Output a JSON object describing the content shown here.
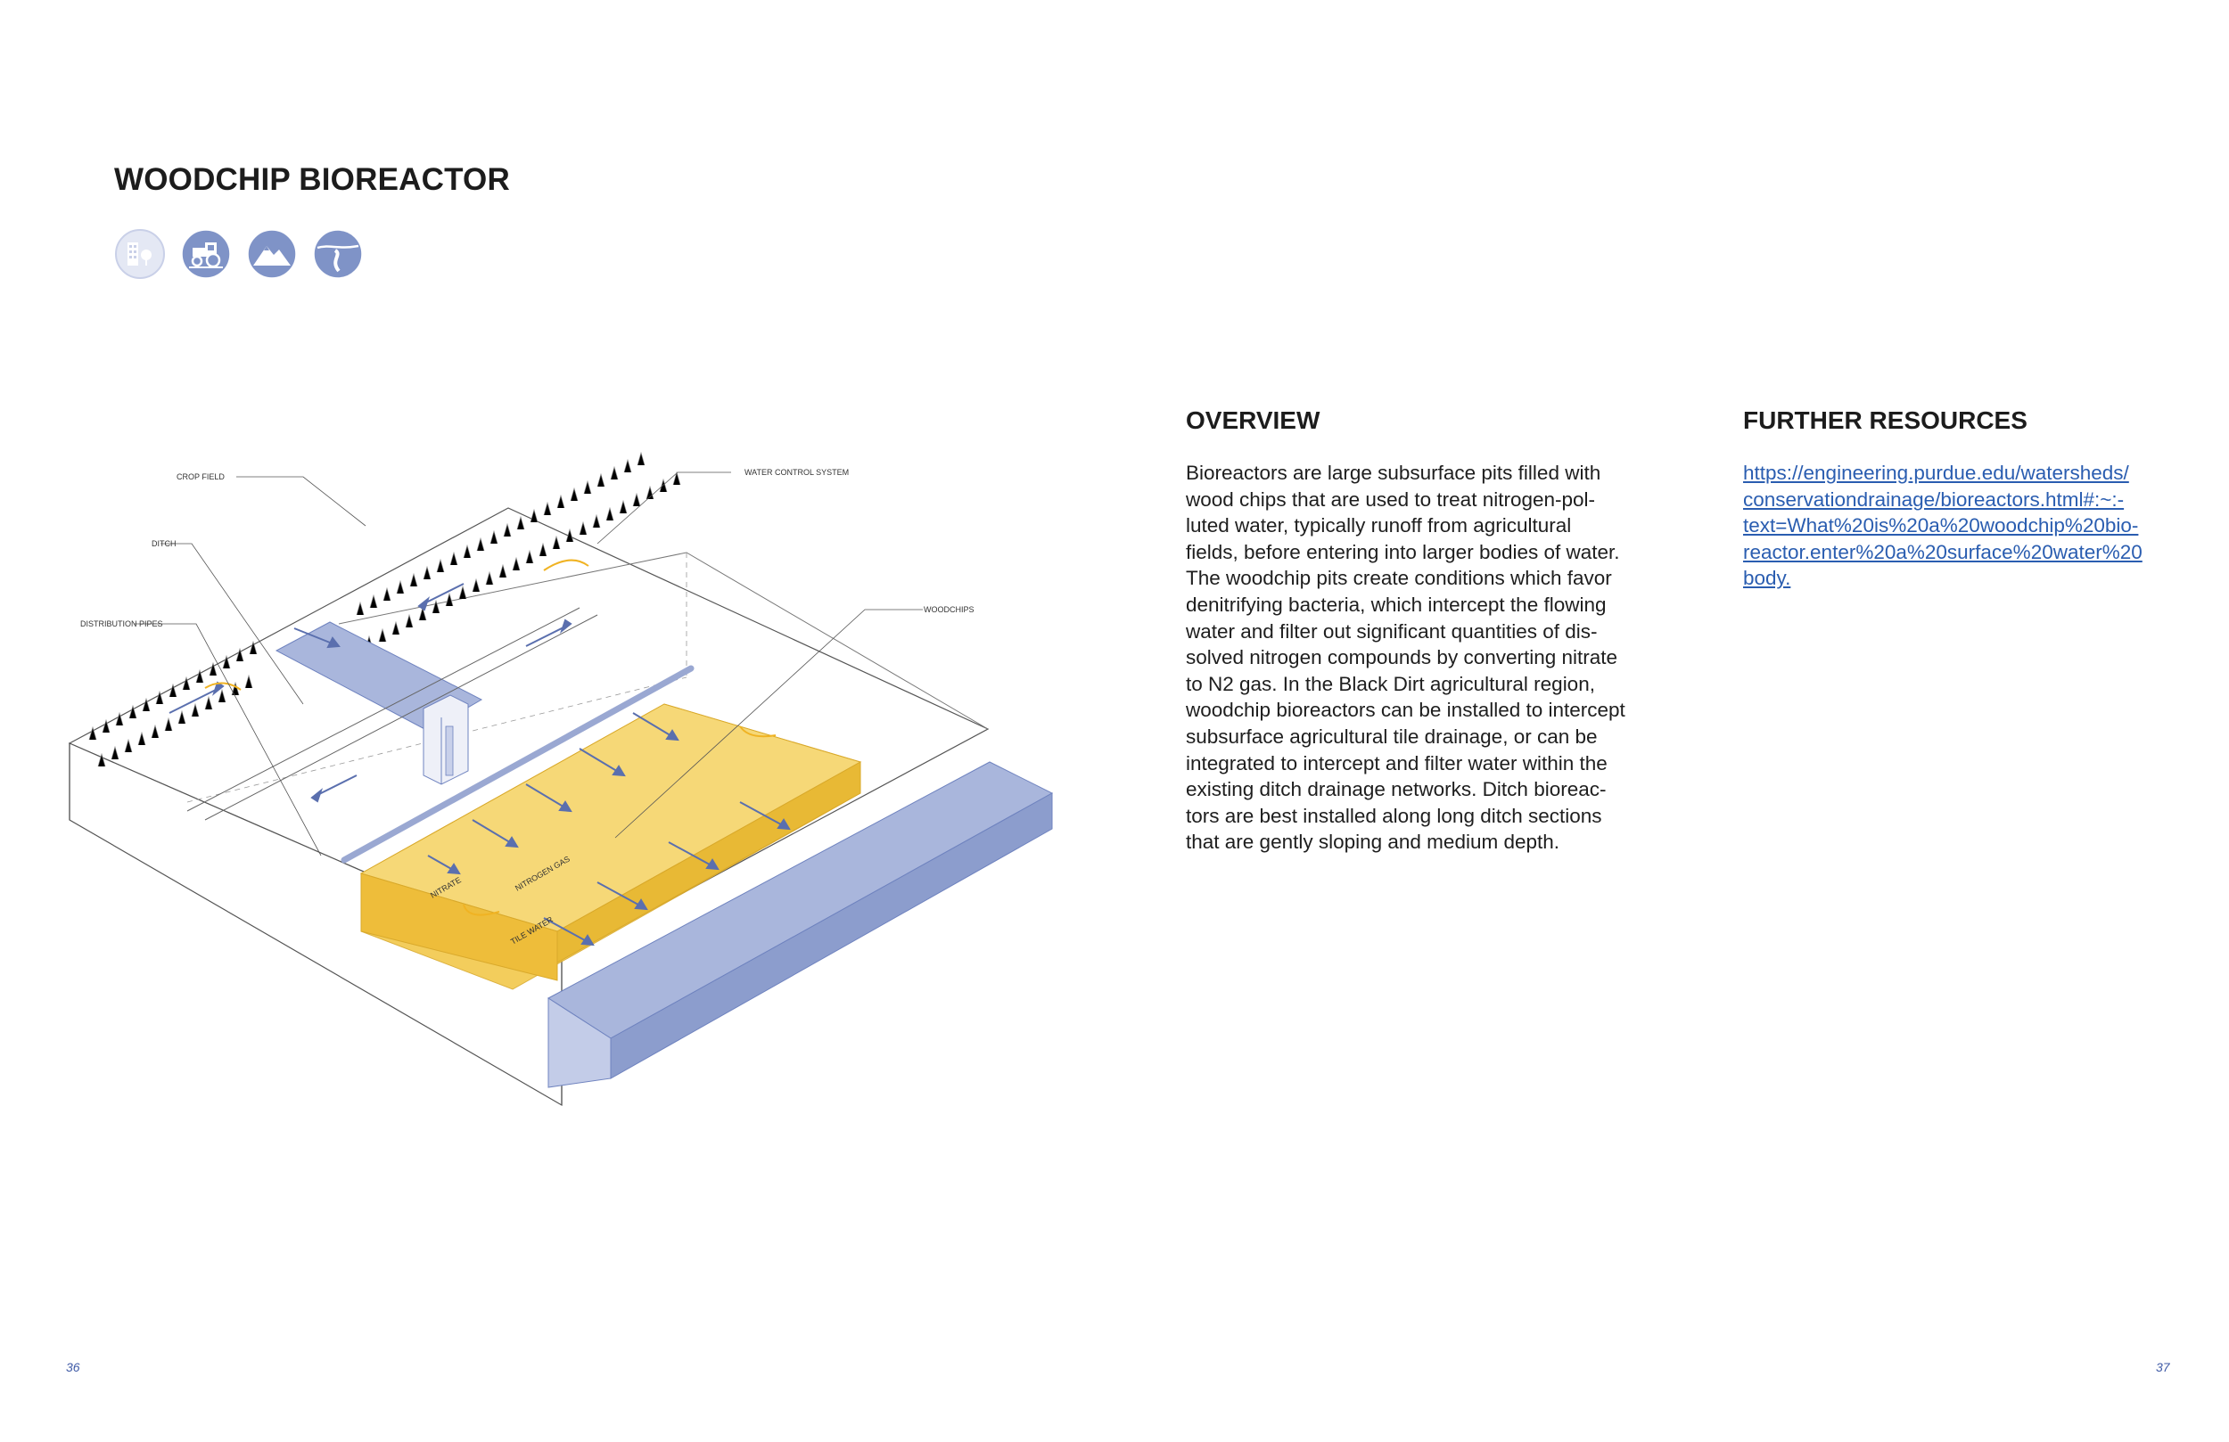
{
  "page": {
    "title": "WOODCHIP BIOREACTOR",
    "icons": [
      "urban-icon",
      "farm-tractor-icon",
      "mountain-icon",
      "river-icon"
    ],
    "colors": {
      "accent_blue": "#7f93c7",
      "light_blue": "#a9b6dc",
      "yellow": "#f2c84b",
      "link": "#2a5db0"
    }
  },
  "diagram": {
    "labels": {
      "crop_field": "CROP FIELD",
      "water_control": "WATER CONTROL SYSTEM",
      "ditch": "DITCH",
      "distribution_pipes": "DISTRIBUTION PIPES",
      "woodchips": "WOODCHIPS",
      "nitrate": "NITRATE",
      "nitrogen_gas": "NITROGEN GAS",
      "tile_water": "TILE WATER"
    }
  },
  "overview": {
    "heading": "OVERVIEW",
    "lines": [
      "Bioreactors are large subsurface pits filled with",
      "wood chips that are used to treat nitrogen-pol-",
      "luted water, typically runoff from agricultural",
      "fields, before entering into larger bodies of water.",
      "The woodchip pits create conditions which favor",
      "denitrifying bacteria, which intercept the flowing",
      "water and filter out significant quantities of dis-",
      "solved nitrogen compounds by converting nitrate",
      "to N2 gas. In the Black Dirt agricultural region,",
      "woodchip bioreactors can be installed to intercept",
      "subsurface agricultural tile drainage, or can be",
      "integrated to intercept and filter water within the",
      "existing ditch drainage networks. Ditch bioreac-",
      "tors are best installed along long ditch sections",
      "that are gently sloping and medium depth."
    ]
  },
  "resources": {
    "heading": "FURTHER RESOURCES",
    "link_lines": [
      "https://engineering.purdue.edu/watersheds/",
      "conservationdrainage/bioreactors.html#:~:-",
      "text=What%20is%20a%20woodchip%20bio-",
      "reactor.enter%20a%20surface%20water%20",
      "body."
    ]
  },
  "page_numbers": {
    "left": "36",
    "right": "37"
  }
}
